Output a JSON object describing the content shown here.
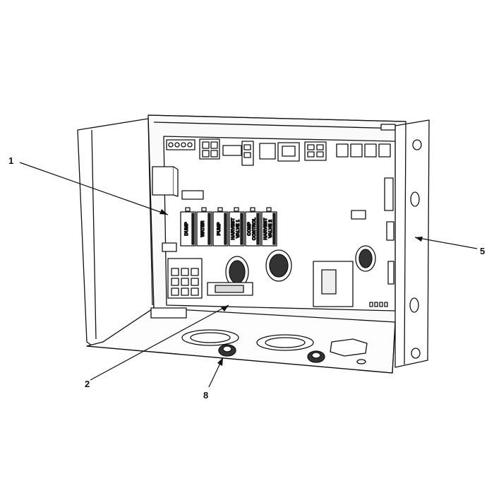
{
  "callouts": [
    {
      "label": "1"
    },
    {
      "label": "2"
    },
    {
      "label": "5"
    },
    {
      "label": "8"
    }
  ],
  "relays": [
    {
      "line1": "DUMP",
      "line2": ""
    },
    {
      "line1": "WATER",
      "line2": ""
    },
    {
      "line1": "PUMP",
      "line2": ""
    },
    {
      "line1": "HARVEST",
      "line2": "VALVE 1"
    },
    {
      "line1": "COMP",
      "line2": "CONTROL"
    },
    {
      "line1": "HARVEST",
      "line2": "VALVE 2"
    }
  ],
  "colors": {
    "line": "#111111",
    "fill": "#ffffff",
    "shade": "#e6e6e6",
    "dark": "#2a2a2a"
  }
}
